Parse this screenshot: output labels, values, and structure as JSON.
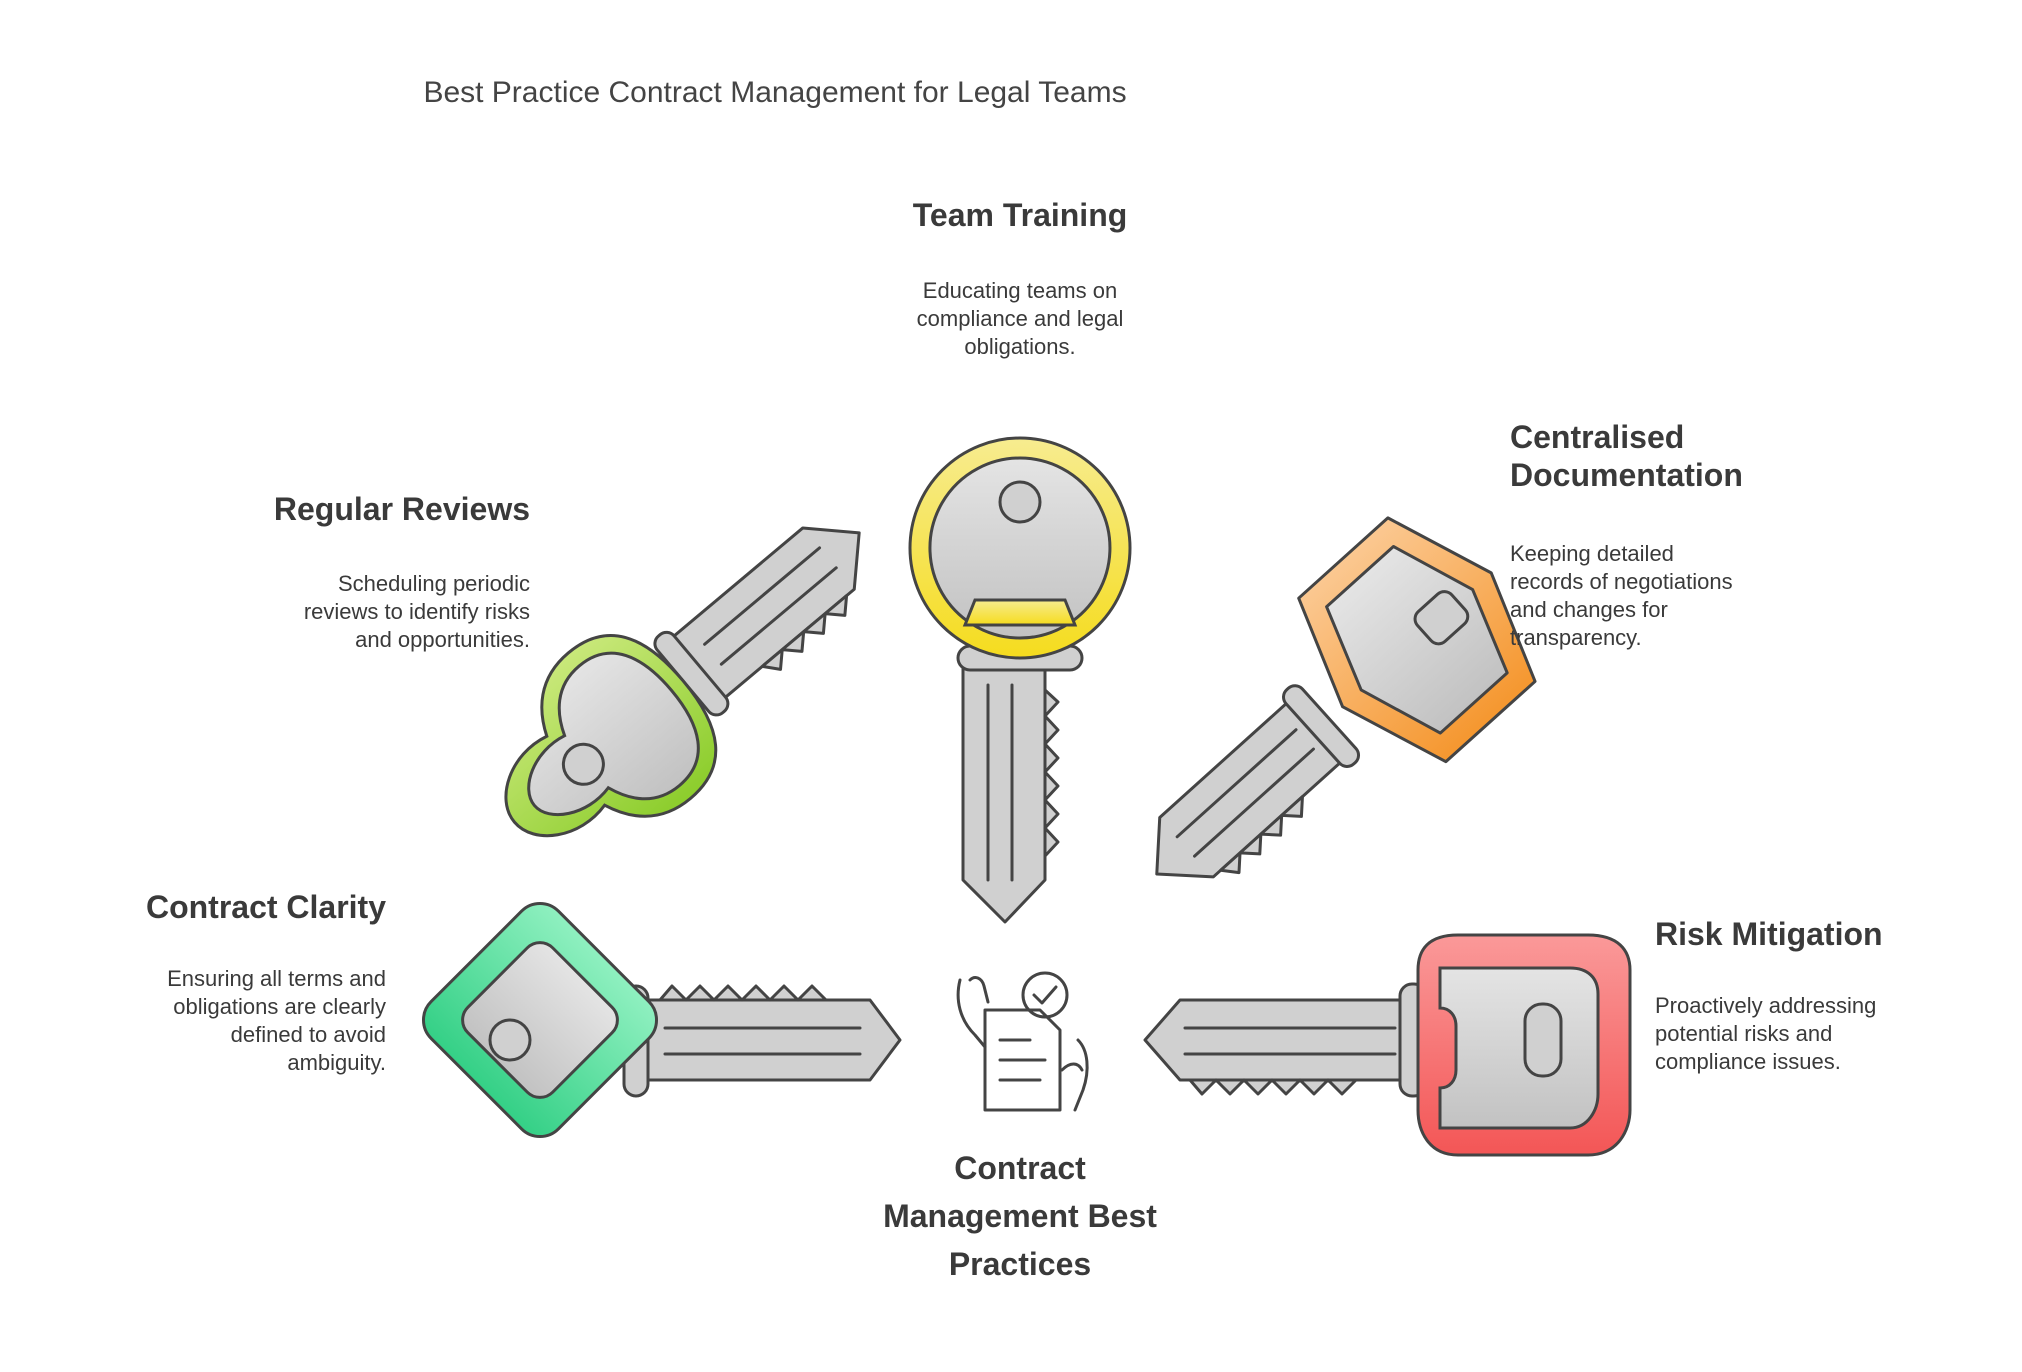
{
  "title": "Best Practice Contract Management for Legal Teams",
  "center": {
    "label_lines": [
      "Contract",
      "Management Best",
      "Practices"
    ],
    "icon": "contract-checklist-icon"
  },
  "items": [
    {
      "id": "team-training",
      "heading_lines": [
        "Team Training"
      ],
      "desc_lines": [
        "Educating teams on",
        "compliance and legal",
        "obligations."
      ],
      "key_color": "#f5e23a",
      "icon": "yellow-round-key-icon"
    },
    {
      "id": "regular-reviews",
      "heading_lines": [
        "Regular Reviews"
      ],
      "desc_lines": [
        "Scheduling periodic",
        "reviews to identify risks",
        "and opportunities."
      ],
      "key_color": "#9bd83c",
      "icon": "green-cloud-key-icon"
    },
    {
      "id": "centralised-documentation",
      "heading_lines": [
        "Centralised",
        "Documentation"
      ],
      "desc_lines": [
        "Keeping detailed",
        "records of negotiations",
        "and changes for",
        "transparency."
      ],
      "key_color": "#f7a34e",
      "icon": "orange-hexagon-key-icon"
    },
    {
      "id": "contract-clarity",
      "heading_lines": [
        "Contract Clarity"
      ],
      "desc_lines": [
        "Ensuring all terms and",
        "obligations are clearly",
        "defined to avoid",
        "ambiguity."
      ],
      "key_color": "#4fdc94",
      "icon": "teal-diamond-key-icon"
    },
    {
      "id": "risk-mitigation",
      "heading_lines": [
        "Risk Mitigation"
      ],
      "desc_lines": [
        "Proactively addressing",
        "potential risks and",
        "compliance issues."
      ],
      "key_color": "#f46b6b",
      "icon": "red-rect-key-icon"
    }
  ]
}
